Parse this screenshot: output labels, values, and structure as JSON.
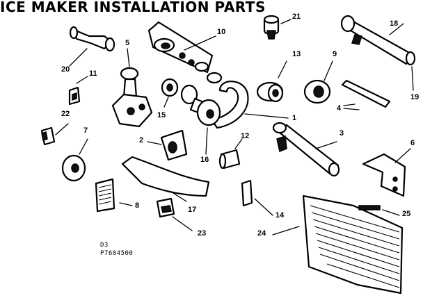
{
  "title": "ICE MAKER INSTALLATION PARTS",
  "footer": {
    "line1": "D3",
    "line2": "P7684500"
  },
  "callouts": [
    "1",
    "2",
    "3",
    "4",
    "5",
    "6",
    "7",
    "8",
    "9",
    "10",
    "11",
    "12",
    "13",
    "14",
    "15",
    "16",
    "17",
    "18",
    "19",
    "20",
    "21",
    "22",
    "23",
    "24",
    "25"
  ]
}
